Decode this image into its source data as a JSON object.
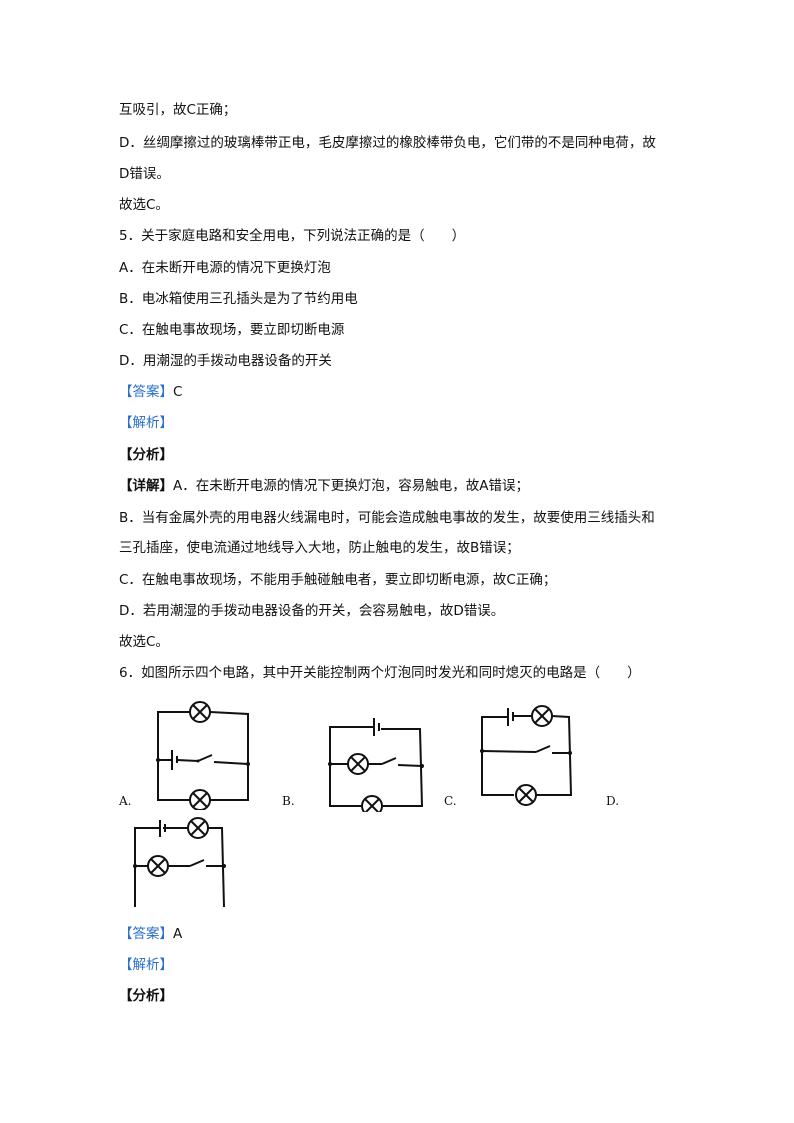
{
  "lines": [
    "互吸引，故C正确；",
    "D．丝绸摩擦过的玻璃棒带正电，毛皮摩擦过的橡胶棒带负电，它们带的不是同种电荷，故",
    "D错误。",
    "故选C。",
    "5．关于家庭电路和安全用电，下列说法正确的是（　　）",
    "A．在未断开电源的情况下更换灯泡",
    "B．电冰箱使用三孔插头是为了节约用电",
    "C．在触电事故现场，要立即切断电源",
    "D．用潮湿的手拨动电器设备的开关",
    "C",
    "A．在未断开电源的情况下更换灯泡，容易触电，故A错误；",
    "B．当有金属外壳的用电器火线漏电时，可能会造成触电事故的发生，故要使用三线插头和",
    "三孔插座，使电流通过地线导入大地，防止触电的发生，故B错误；",
    "C．在触电事故现场，不能用手触碰触电者，要立即切断电源，故C正确；",
    "D．若用潮湿的手拨动电器设备的开关，会容易触电，故D错误。",
    "故选C。",
    "6．如图所示四个电路，其中开关能控制两个灯泡同时发光和同时熄灭的电路是（　　）",
    "A"
  ],
  "tags": {
    "answer": "【答案】",
    "analysis": "【解析】",
    "fenxi": "【分析】",
    "detail": "【详解】"
  },
  "options": [
    "A.",
    "B.",
    "C.",
    "D."
  ]
}
